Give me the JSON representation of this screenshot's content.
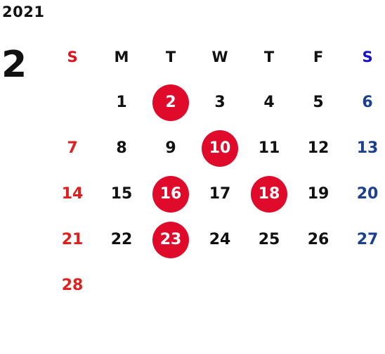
{
  "year": "2021",
  "month": "2",
  "weekdays": [
    "S",
    "M",
    "T",
    "W",
    "T",
    "F",
    "S"
  ],
  "weeks": [
    [
      "",
      "1",
      "2",
      "3",
      "4",
      "5",
      "6"
    ],
    [
      "7",
      "8",
      "9",
      "10",
      "11",
      "12",
      "13"
    ],
    [
      "14",
      "15",
      "16",
      "17",
      "18",
      "19",
      "20"
    ],
    [
      "21",
      "22",
      "23",
      "24",
      "25",
      "26",
      "27"
    ],
    [
      "28",
      "",
      "",
      "",
      "",
      "",
      ""
    ]
  ],
  "marked_days": [
    "2",
    "10",
    "16",
    "18",
    "23"
  ],
  "colors": {
    "sunday": "#e0201f",
    "saturday": "#1b3f91",
    "marker": "#e00a2a",
    "text": "#111111"
  }
}
